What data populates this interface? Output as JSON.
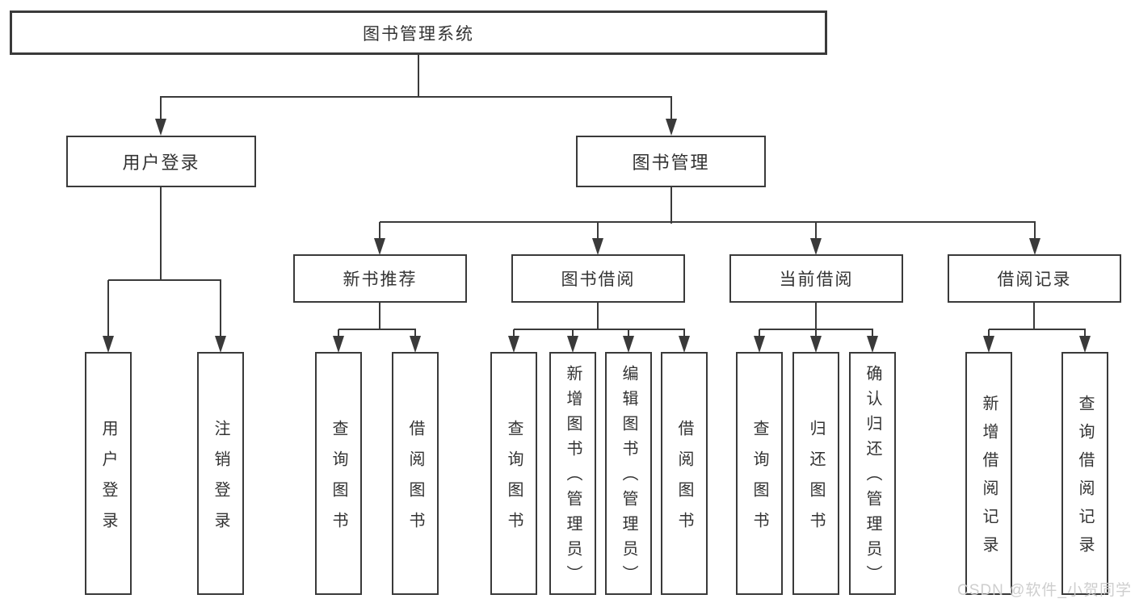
{
  "diagram": {
    "root": "图书管理系统",
    "branches": {
      "user_login": "用户登录",
      "book_management": "图书管理"
    },
    "modules": {
      "new_books": "新书推荐",
      "book_borrowing": "图书借阅",
      "current_borrowing": "当前借阅",
      "borrow_records": "借阅记录"
    },
    "leaves": {
      "user_login": "用户登录",
      "logout": "注销登录",
      "nb_query_books": "查询图书",
      "nb_borrow_books": "借阅图书",
      "bb_query_books": "查询图书",
      "bb_add_books": "新增图书（管理员）",
      "bb_edit_books": "编辑图书（管理员）",
      "bb_borrow_books": "借阅图书",
      "cb_query_books": "查询图书",
      "cb_return_books": "归还图书",
      "cb_confirm_return": "确认归还（管理员）",
      "br_add_record": "新增借阅记录",
      "br_query_record": "查询借阅记录"
    }
  },
  "watermark": "CSDN @软件_小贺同学",
  "colors": {
    "line": "#3a3a3a",
    "box_border": "#3a3a3a",
    "box_fill": "#ffffff",
    "text": "#333333",
    "watermark": "#cbcbcb"
  }
}
